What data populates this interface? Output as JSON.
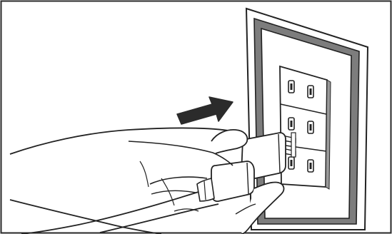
{
  "illustration": {
    "subject": "hand-inserting-plug-into-wall-outlet",
    "icons": {
      "arrow": "push-arrow-icon",
      "outlet": "wall-outlet",
      "plug": "power-plug",
      "hand": "hand"
    },
    "colors": {
      "line": "#2a2a2a",
      "paper": "#ffffff",
      "plate_shade": "#7d7d7d",
      "arrow_fill": "#2b2b2b"
    }
  }
}
